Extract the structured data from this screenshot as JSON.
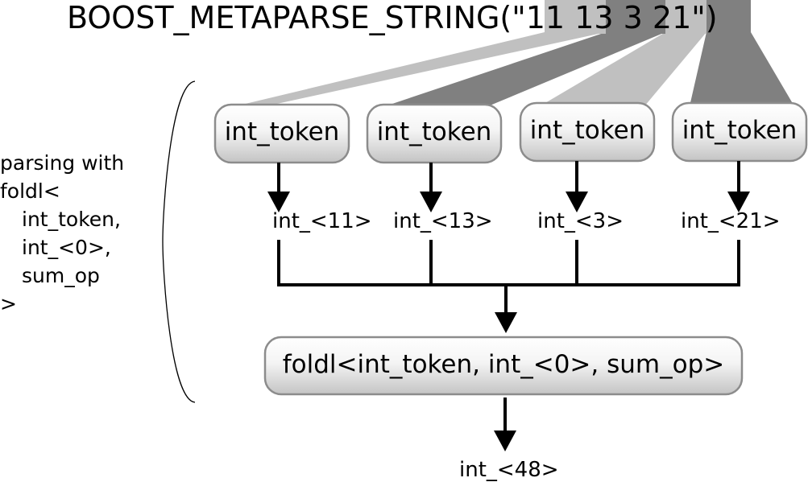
{
  "header": {
    "prefix": "BOOST_METAPARSE_STRING(\"",
    "segments": [
      "11 ",
      "13 ",
      "3 ",
      "21"
    ],
    "suffix": "\")",
    "segment_colors": [
      "#c0c0c0",
      "#808080",
      "#c0c0c0",
      "#808080"
    ]
  },
  "side_label": {
    "lines": [
      "parsing with",
      "foldl<",
      "int_token,",
      "int_<0>,",
      "sum_op",
      ">"
    ]
  },
  "token_boxes": [
    {
      "label": "int_token",
      "result": "int_<11>"
    },
    {
      "label": "int_token",
      "result": "int_<13>"
    },
    {
      "label": "int_token",
      "result": "int_<3>"
    },
    {
      "label": "int_token",
      "result": "int_<21>"
    }
  ],
  "foldl_box": {
    "label": "foldl<int_token, int_<0>, sum_op>"
  },
  "final_result": "int_<48>"
}
